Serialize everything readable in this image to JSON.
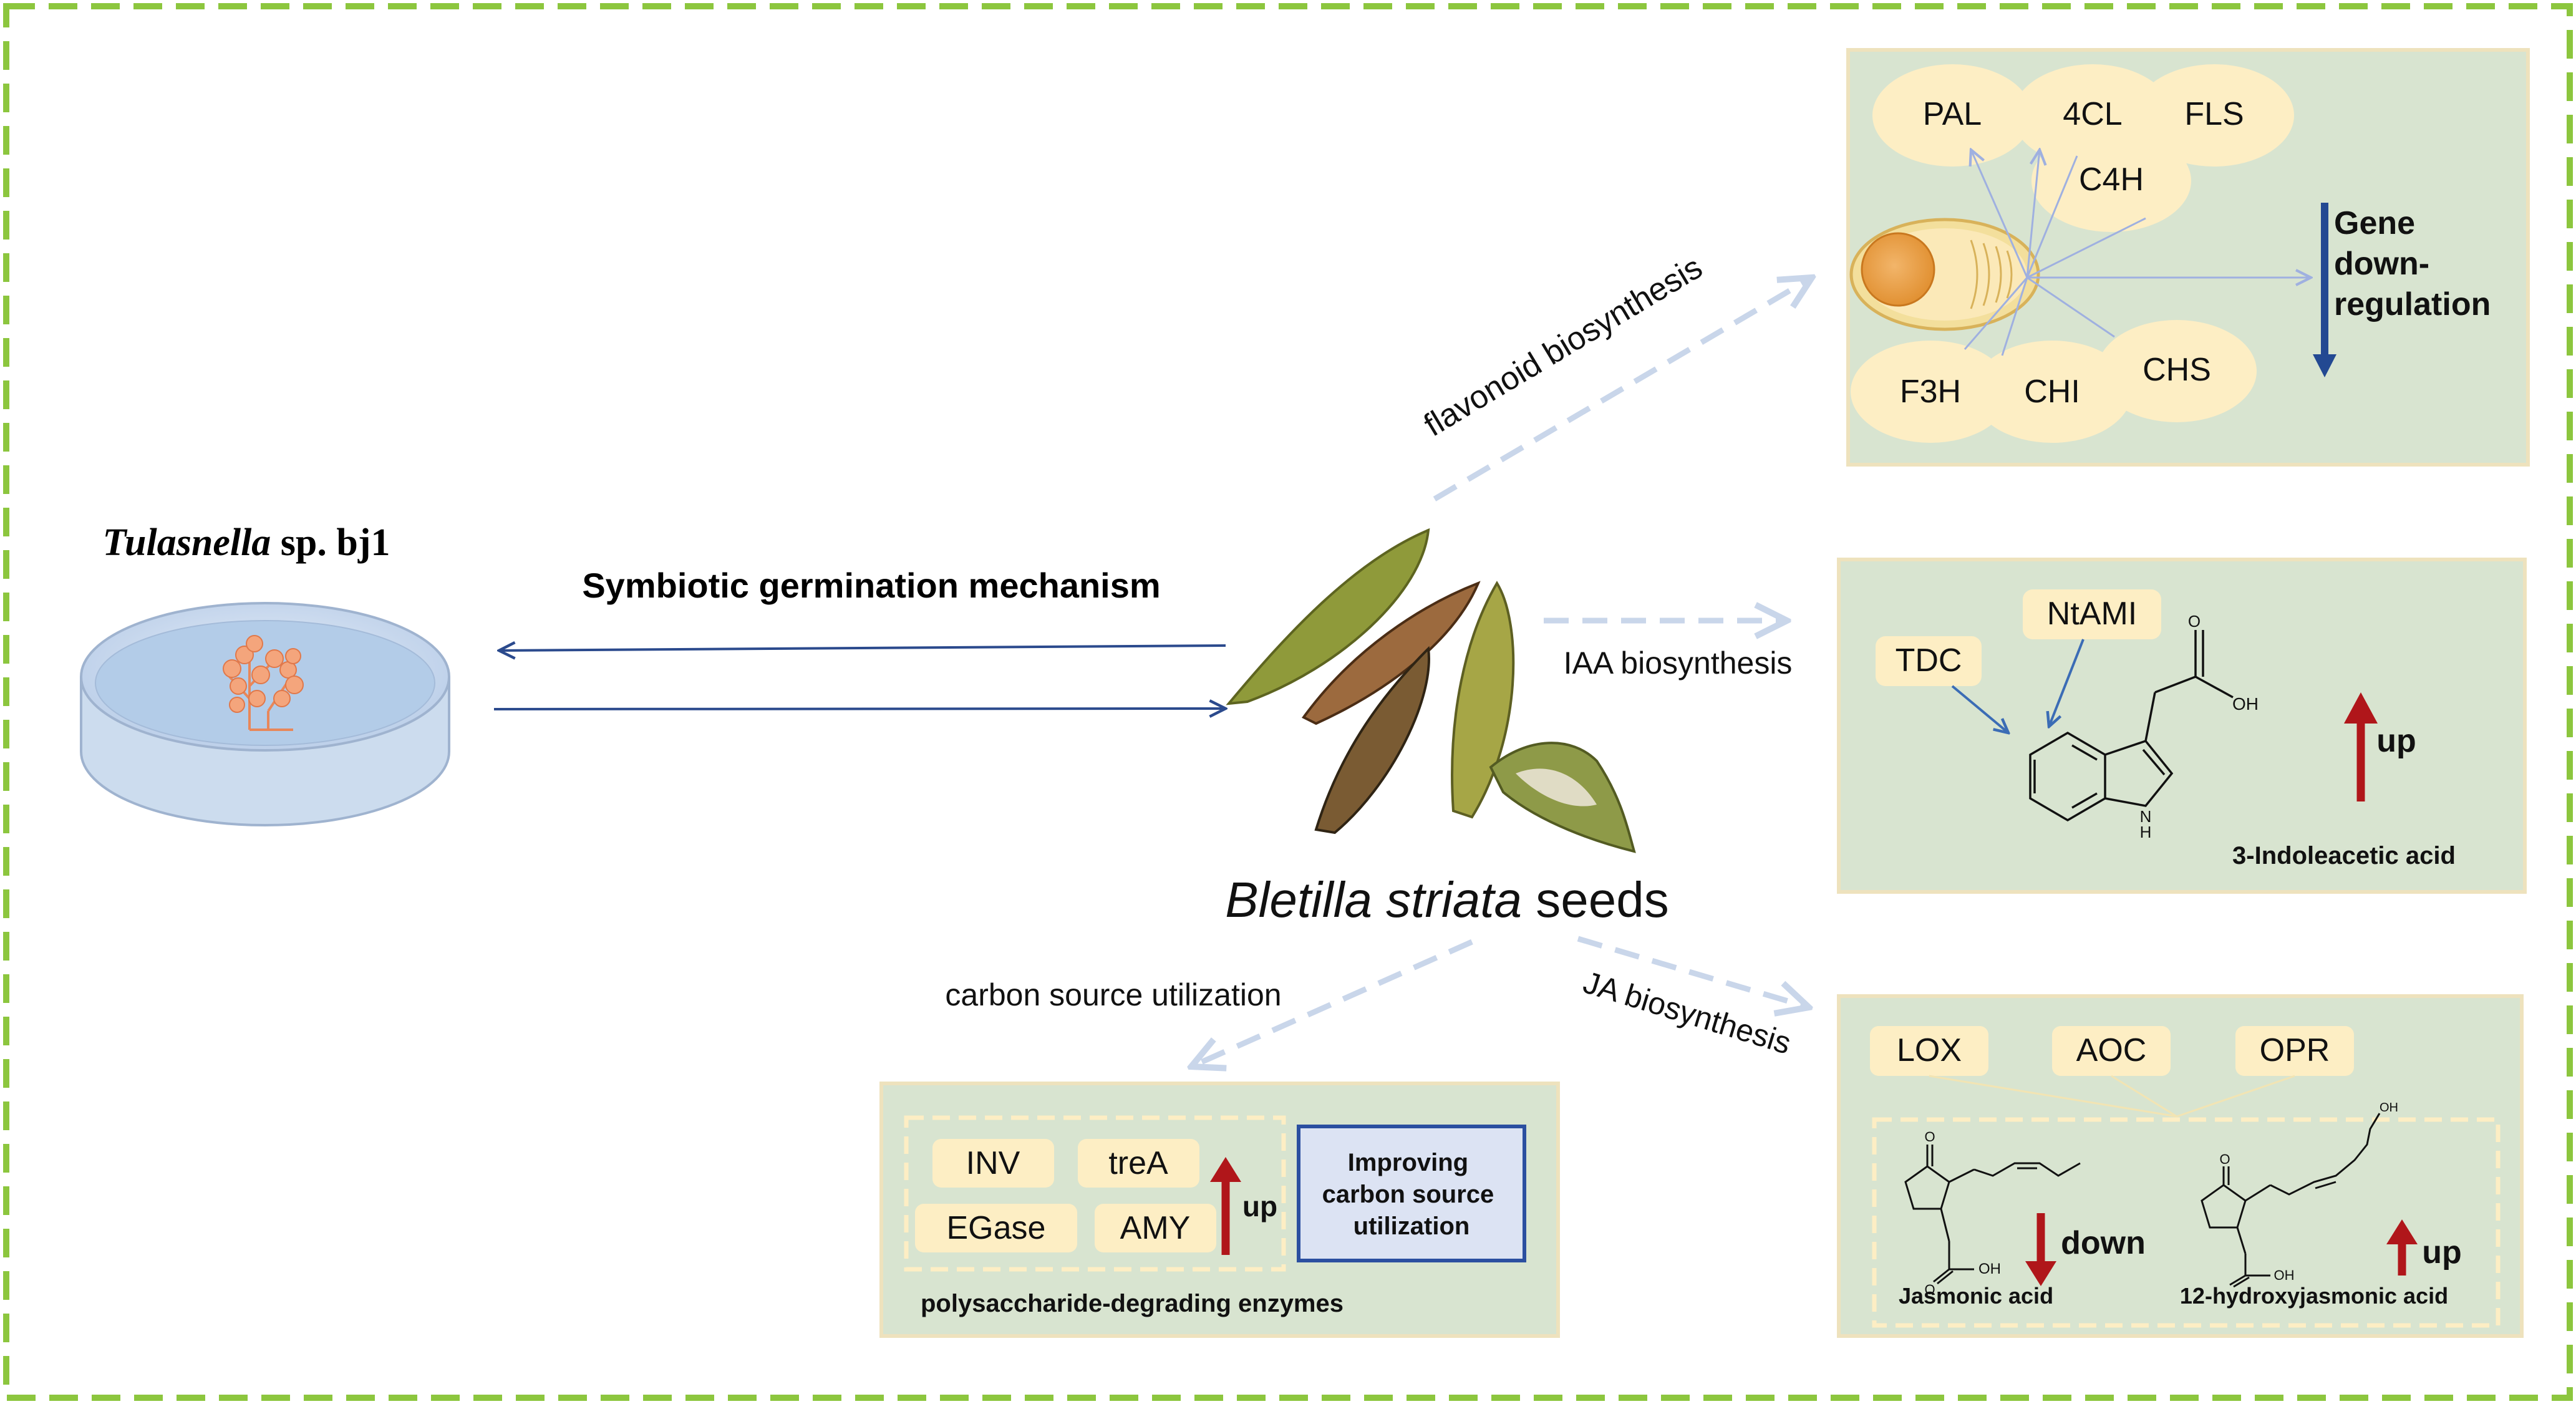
{
  "colors": {
    "frame": "#8cc63e",
    "panel_fill": "#d8e4d0",
    "panel_border": "#eee2bd",
    "node_fill": "#fdeec4",
    "dashed_arrow": "#c9d6ea",
    "solid_arrow": "#2b4a8d",
    "up_arrow": "#b0161a",
    "down_arrow": "#234992",
    "carbon_box_fill": "#dce3f3",
    "carbon_box_border": "#2b4fa0"
  },
  "left": {
    "organism_genus": "Tulasnella",
    "organism_suffix": " sp.  bj1",
    "petri_icon": "petri-dish-icon"
  },
  "center": {
    "mechanism_label": "Symbiotic germination mechanism",
    "seeds_species": "Bletilla striata",
    "seeds_suffix": " seeds",
    "seeds_icon": "seed-pods-icon"
  },
  "pathways": {
    "flavonoid": "flavonoid biosynthesis",
    "iaa": "IAA biosynthesis",
    "ja": "JA biosynthesis",
    "carbon": "carbon source utilization"
  },
  "flavonoid_panel": {
    "genes": [
      "PAL",
      "4CL",
      "FLS",
      "C4H",
      "F3H",
      "CHI",
      "CHS"
    ],
    "regulation_lines": [
      "Gene",
      "down-",
      "regulation"
    ],
    "cell_icon": "plant-cell-icon"
  },
  "iaa_panel": {
    "enzymes": [
      "TDC",
      "NtAMI"
    ],
    "compound_name": "3-Indoleacetic acid",
    "change": "up",
    "oh_label": "OH",
    "nh_label": "N\nH"
  },
  "ja_panel": {
    "enzymes": [
      "LOX",
      "AOC",
      "OPR"
    ],
    "compound_1": "Jasmonic acid",
    "compound_1_change": "down",
    "compound_2": "12-hydroxyjasmonic acid",
    "compound_2_change": "up",
    "oh_label": "OH"
  },
  "carbon_panel": {
    "enzymes": [
      "INV",
      "treA",
      "EGase",
      "AMY"
    ],
    "change": "up",
    "group_label": "polysaccharide-degrading enzymes",
    "outcome_lines": [
      "Improving",
      "carbon source",
      "utilization"
    ]
  }
}
